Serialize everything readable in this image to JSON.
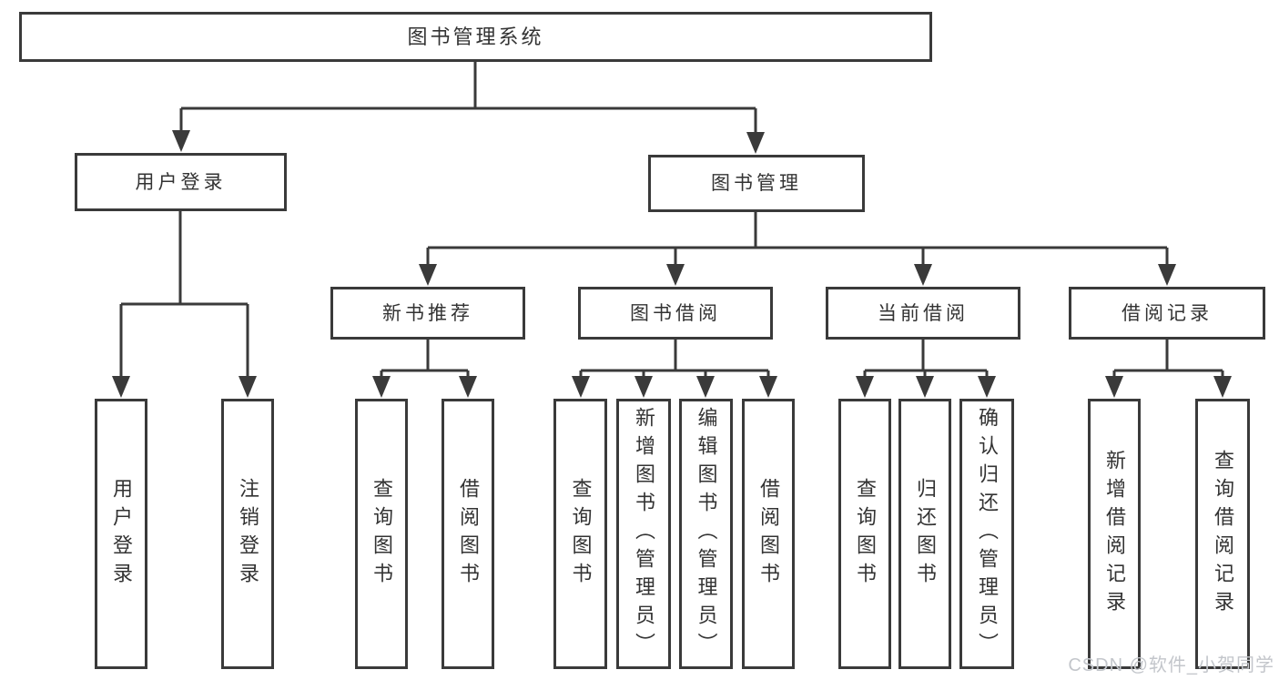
{
  "diagram_type": "functional-structure-tree",
  "tree": {
    "label": "图书管理系统",
    "children": [
      {
        "label": "用户登录",
        "children": [
          {
            "label": "用户登录"
          },
          {
            "label": "注销登录"
          }
        ]
      },
      {
        "label": "图书管理",
        "children": [
          {
            "label": "新书推荐",
            "children": [
              {
                "label": "查询图书"
              },
              {
                "label": "借阅图书"
              }
            ]
          },
          {
            "label": "图书借阅",
            "children": [
              {
                "label": "查询图书"
              },
              {
                "label": "新增图书（管理员）"
              },
              {
                "label": "编辑图书（管理员）"
              },
              {
                "label": "借阅图书"
              }
            ]
          },
          {
            "label": "当前借阅",
            "children": [
              {
                "label": "查询图书"
              },
              {
                "label": "归还图书"
              },
              {
                "label": "确认归还（管理员）"
              }
            ]
          },
          {
            "label": "借阅记录",
            "children": [
              {
                "label": "新增借阅记录"
              },
              {
                "label": "查询借阅记录"
              }
            ]
          }
        ]
      }
    ]
  },
  "watermark": {
    "text": "CSDN @软件_小贺同学"
  },
  "colors": {
    "background": "#ffffff",
    "line": "#3a3a3a",
    "box_border": "#3a3a3a",
    "box_fill": "#ffffff",
    "text": "#333333",
    "watermark_text": "#c3c6cb"
  }
}
